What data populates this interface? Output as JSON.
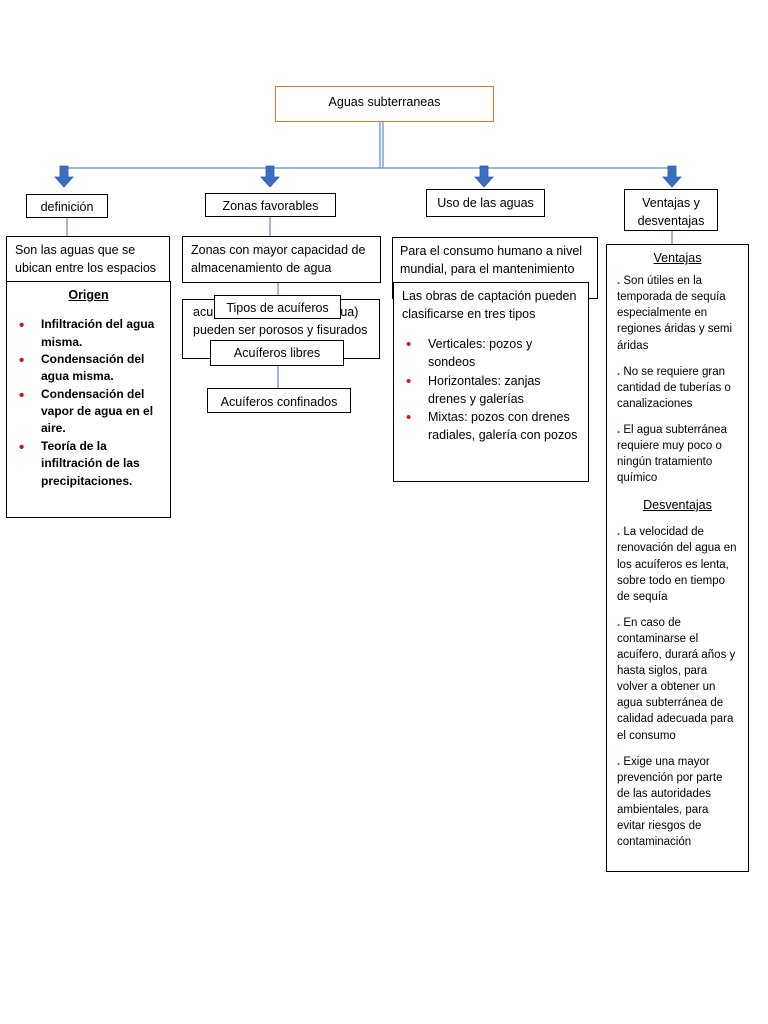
{
  "root": {
    "title": "Aguas subterraneas"
  },
  "branches": {
    "definicion": {
      "label": "definición",
      "text": "Son las aguas que se ubican entre los espacios",
      "origen": {
        "title": "Origen",
        "items": [
          "Infiltración del agua misma.",
          "Condensación del agua misma.",
          "Condensación del vapor de agua en el aire.",
          "Teoría de la infiltración de las precipitaciones."
        ]
      }
    },
    "zonas": {
      "label": "Zonas favorables",
      "text": "Zonas con mayor capacidad de almacenamiento de agua",
      "hidden_text": "acuíferos (depósitos de agua) pueden ser porosos y fisurados",
      "tipos_label": "Tipos de acuíferos",
      "libres_label": "Acuíferos libres",
      "confinados_label": "Acuíferos confinados"
    },
    "uso": {
      "label": "Uso de las aguas",
      "text": "Para el consumo humano a nivel mundial, para el mantenimiento",
      "obras": {
        "intro": "Las obras de captación pueden clasificarse en tres tipos",
        "items": [
          "Verticales: pozos y sondeos",
          "Horizontales: zanjas drenes y galerías",
          "Mixtas: pozos con drenes radiales, galería con pozos"
        ]
      }
    },
    "ventajas": {
      "label": "Ventajas y desventajas",
      "ventajas_title": "Ventajas",
      "ventajas_items": [
        "Son útiles en la temporada de sequía especialmente en regiones áridas y semi áridas",
        "No se requiere gran cantidad de tuberías o canalizaciones",
        "El agua subterránea requiere muy poco o ningún tratamiento químico"
      ],
      "desventajas_title": "Desventajas",
      "desventajas_items": [
        "La velocidad de renovación del agua en los acuíferos es lenta, sobre todo en tiempo de sequía",
        "En caso de contaminarse el acuífero, durará años y hasta siglos, para volver a obtener un agua subterránea de calidad adecuada para el consumo",
        "Exige una mayor prevención por parte de las autoridades ambientales, para evitar riesgos de contaminación"
      ]
    }
  },
  "colors": {
    "connector": "#5b8bd0",
    "arrow": "#3c6ec2",
    "root_border": "#e07b2e",
    "bullet": "#d01818"
  }
}
